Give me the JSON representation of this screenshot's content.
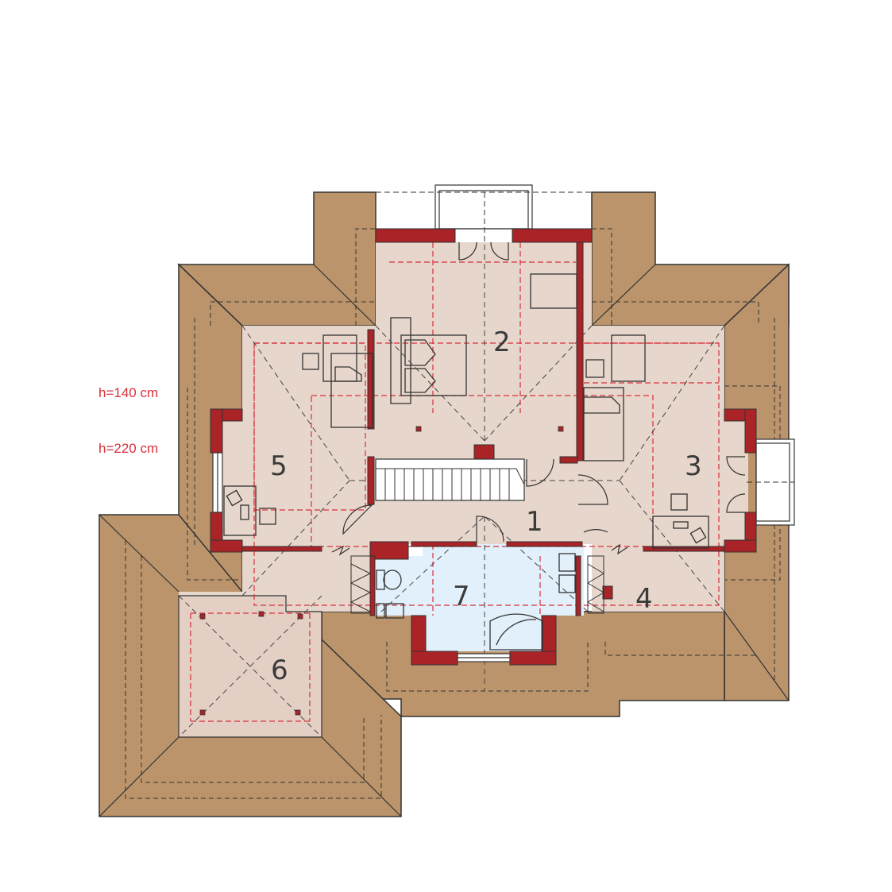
{
  "heights": {
    "low": "h=140 cm",
    "high": "h=220 cm"
  },
  "rooms": [
    {
      "id": "1",
      "label": "1"
    },
    {
      "id": "2",
      "label": "2"
    },
    {
      "id": "3",
      "label": "3"
    },
    {
      "id": "4",
      "label": "4"
    },
    {
      "id": "5",
      "label": "5"
    },
    {
      "id": "6",
      "label": "6"
    },
    {
      "id": "7",
      "label": "7"
    }
  ],
  "colors": {
    "roof": "#bb946b",
    "floor": "#e7d6cb",
    "bathroom": "#e1f0fa",
    "wall": "#aa2327",
    "outline": "#333333",
    "height_line": "#d7303c"
  }
}
